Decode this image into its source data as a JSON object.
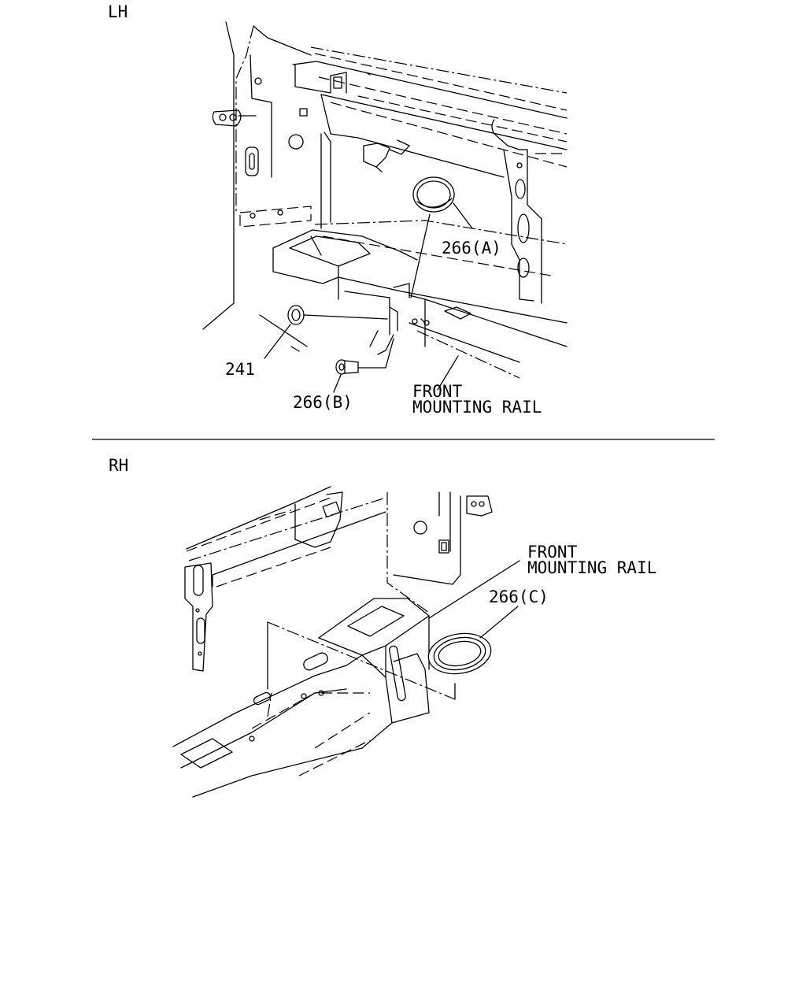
{
  "sections": [
    {
      "id": "lh",
      "heading": "LH",
      "callouts": {
        "part_a": "266(A)",
        "part_241": "241",
        "part_b": "266(B)",
        "rail_line1": "FRONT",
        "rail_line2": "MOUNTING RAIL"
      }
    },
    {
      "id": "rh",
      "heading": "RH",
      "callouts": {
        "rail_line1": "FRONT",
        "rail_line2": "MOUNTING RAIL",
        "part_c": "266(C)"
      }
    }
  ]
}
